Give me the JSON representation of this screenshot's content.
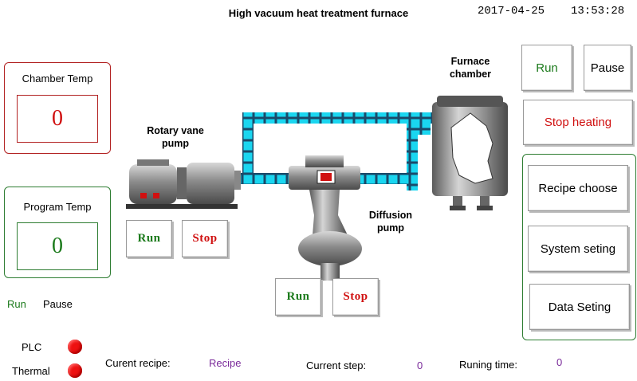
{
  "header": {
    "title": "High vacuum heat treatment furnace",
    "date": "2017-04-25",
    "time": "13:53:28"
  },
  "chamber_temp": {
    "label": "Chamber Temp",
    "value": "0"
  },
  "program_temp": {
    "label": "Program Temp",
    "value": "0"
  },
  "status_legend": {
    "run": "Run",
    "pause": "Pause"
  },
  "indicators": {
    "plc": "PLC",
    "thermal": "Thermal"
  },
  "rotary_pump": {
    "label_line1": "Rotary vane",
    "label_line2": "pump",
    "run": "Run",
    "stop": "Stop"
  },
  "diffusion_pump": {
    "label_line1": "Diffusion",
    "label_line2": "pump",
    "run": "Run",
    "stop": "Stop"
  },
  "furnace": {
    "label_line1": "Furnace",
    "label_line2": "chamber"
  },
  "controls": {
    "run": "Run",
    "pause": "Pause",
    "stop_heating": "Stop heating",
    "recipe_choose": "Recipe choose",
    "system_setting": "System seting",
    "data_setting": "Data Seting"
  },
  "footer": {
    "current_recipe_label": "Curent recipe:",
    "current_recipe_value": "Recipe",
    "current_step_label": "Current step:",
    "current_step_value": "0",
    "running_time_label": "Runing time:",
    "running_time_value": "0"
  },
  "colors": {
    "red": "#d01010",
    "green": "#1b7a1b",
    "pipe": "#1ad6f0",
    "led": "#ee1111"
  }
}
